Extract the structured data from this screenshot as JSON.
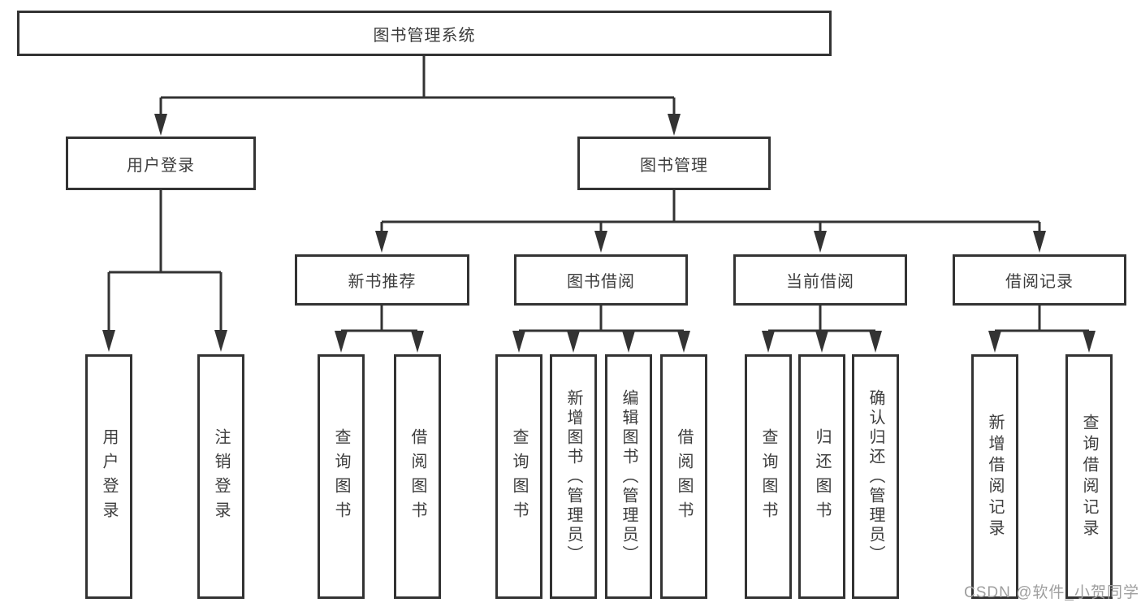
{
  "diagram": {
    "root": {
      "label": "图书管理系统"
    },
    "level2": [
      {
        "label": "用户登录"
      },
      {
        "label": "图书管理"
      }
    ],
    "level3": [
      {
        "label": "新书推荐"
      },
      {
        "label": "图书借阅"
      },
      {
        "label": "当前借阅"
      },
      {
        "label": "借阅记录"
      }
    ],
    "leaves": {
      "userLogin": [
        {
          "label": "用户登录"
        },
        {
          "label": "注销登录"
        }
      ],
      "newBook": [
        {
          "label": "查询图书"
        },
        {
          "label": "借阅图书"
        }
      ],
      "bookBorrow": [
        {
          "label": "查询图书"
        },
        {
          "label": "新增图书（管理员）"
        },
        {
          "label": "编辑图书（管理员）"
        },
        {
          "label": "借阅图书"
        }
      ],
      "currentBorrow": [
        {
          "label": "查询图书"
        },
        {
          "label": "归还图书"
        },
        {
          "label": "确认归还（管理员）"
        }
      ],
      "borrowRecords": [
        {
          "label": "新增借阅记录"
        },
        {
          "label": "查询借阅记录"
        }
      ]
    }
  },
  "watermark": {
    "text": "CSDN @软件_小贺同学"
  },
  "colors": {
    "line": "#333333",
    "box_border": "#333333",
    "box_background": "#ffffff",
    "text": "#3d3d3d",
    "watermark": "#9e9e9e",
    "background": "#ffffff"
  }
}
